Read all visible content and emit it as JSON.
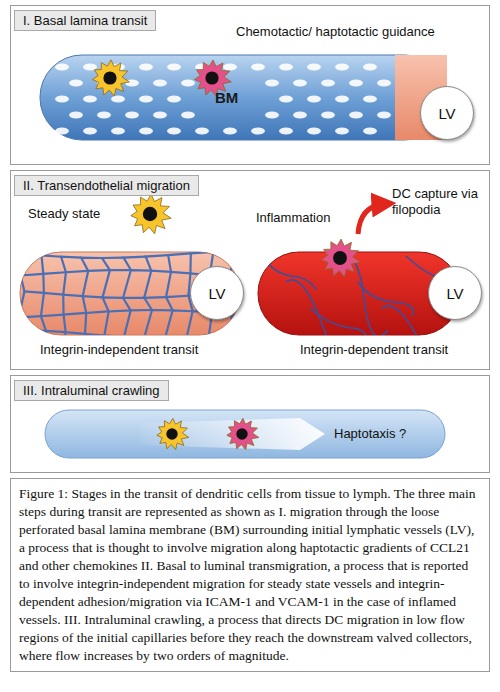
{
  "diagram": {
    "caption": "Figure 1: Stages in the transit of dendritic cells from tissue to lymph. The three main steps during transit are represented as shown as I. migration through the loose perforated basal lamina membrane (BM) surrounding initial lymphatic vessels (LV), a process that is thought to involve migration along haptotactic gradients of CCL21 and other chemokines II. Basal to luminal transmigration, a process that is reported to involve integrin-independent migration for steady state vessels and integrin-dependent adhesion/migration via ICAM-1 and VCAM-1 in the case of inflamed vessels. III. Intraluminal crawling, a process that directs DC migration in low flow regions of the initial capillaries before they reach the downstream valved collectors, where flow increases by two orders of magnitude.",
    "nodes": [
      {
        "text": [
          "I. Basal lamina transit"
        ]
      },
      {
        "text": [
          "BM"
        ],
        "in": 0
      },
      {
        "text": [
          "LV"
        ],
        "in": 1
      },
      {
        "text": [
          "II. Transendothelial migration"
        ]
      },
      {
        "text": [
          "LV"
        ],
        "in": 3
      },
      {
        "text": [
          "LV"
        ],
        "in": 3
      },
      {
        "text": [
          "III. Intraluminal crawling"
        ]
      }
    ],
    "labels": [
      "Chemotactic/ haptotactic guidance",
      "Steady state",
      "Inflammation",
      "DC capture via filopodia",
      "Integrin-independent transit",
      "Integrin-dependent transit",
      "Haptotaxis ?"
    ]
  }
}
